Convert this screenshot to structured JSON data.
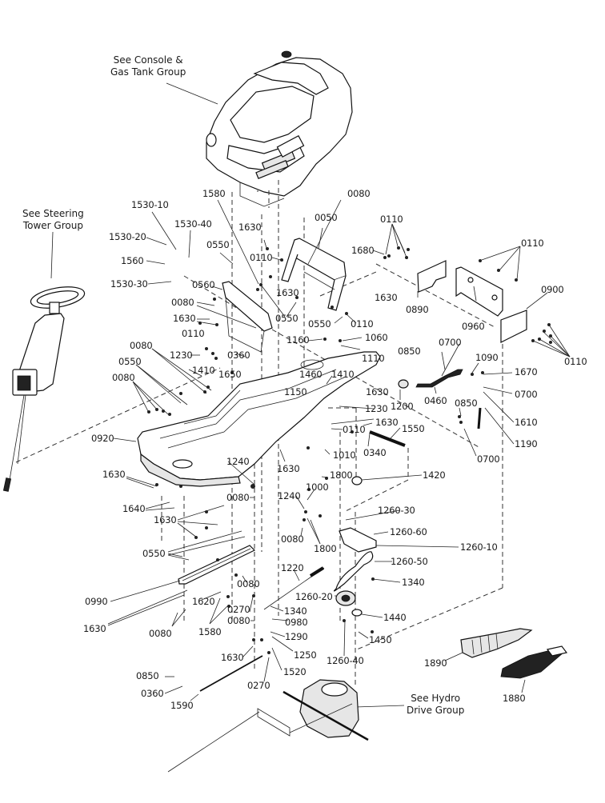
{
  "diagram": {
    "title": "Frame and drive components exploded parts diagram",
    "references": [
      {
        "id": "console",
        "text_line1": "See Console &",
        "text_line2": "Gas Tank Group"
      },
      {
        "id": "steering",
        "text_line1": "See Steering",
        "text_line2": "Tower Group"
      },
      {
        "id": "hydro",
        "text_line1": "See Hydro",
        "text_line2": "Drive Group"
      }
    ],
    "labels": [
      {
        "text": "1580"
      },
      {
        "text": "0080"
      },
      {
        "text": "1530-10"
      },
      {
        "text": "1530-40"
      },
      {
        "text": "1530-20"
      },
      {
        "text": "1560"
      },
      {
        "text": "1530-30"
      },
      {
        "text": "0550"
      },
      {
        "text": "1630"
      },
      {
        "text": "0110"
      },
      {
        "text": "0050"
      },
      {
        "text": "0560"
      },
      {
        "text": "1630"
      },
      {
        "text": "0080"
      },
      {
        "text": "1630"
      },
      {
        "text": "0550"
      },
      {
        "text": "0550"
      },
      {
        "text": "0110"
      },
      {
        "text": "1630"
      },
      {
        "text": "0110"
      },
      {
        "text": "1680"
      },
      {
        "text": "0110"
      },
      {
        "text": "0890"
      },
      {
        "text": "0960"
      },
      {
        "text": "0900"
      },
      {
        "text": "0110"
      },
      {
        "text": "0110"
      },
      {
        "text": "1230"
      },
      {
        "text": "0360"
      },
      {
        "text": "1160"
      },
      {
        "text": "1060"
      },
      {
        "text": "1110"
      },
      {
        "text": "0080"
      },
      {
        "text": "0550"
      },
      {
        "text": "0080"
      },
      {
        "text": "1410"
      },
      {
        "text": "1650"
      },
      {
        "text": "1460"
      },
      {
        "text": "1410"
      },
      {
        "text": "1150"
      },
      {
        "text": "0850"
      },
      {
        "text": "0700"
      },
      {
        "text": "1090"
      },
      {
        "text": "1670"
      },
      {
        "text": "1200"
      },
      {
        "text": "0460"
      },
      {
        "text": "0700"
      },
      {
        "text": "1630"
      },
      {
        "text": "0850"
      },
      {
        "text": "1610"
      },
      {
        "text": "1230"
      },
      {
        "text": "1630"
      },
      {
        "text": "1550"
      },
      {
        "text": "0110"
      },
      {
        "text": "1190"
      },
      {
        "text": "0340"
      },
      {
        "text": "0700"
      },
      {
        "text": "0920"
      },
      {
        "text": "1240"
      },
      {
        "text": "1630"
      },
      {
        "text": "1010"
      },
      {
        "text": "1800"
      },
      {
        "text": "1420"
      },
      {
        "text": "1630"
      },
      {
        "text": "0080"
      },
      {
        "text": "1640"
      },
      {
        "text": "1000"
      },
      {
        "text": "1240"
      },
      {
        "text": "1260-30"
      },
      {
        "text": "1630"
      },
      {
        "text": "0080"
      },
      {
        "text": "1260-60"
      },
      {
        "text": "1800"
      },
      {
        "text": "1260-10"
      },
      {
        "text": "0550"
      },
      {
        "text": "1260-50"
      },
      {
        "text": "1220"
      },
      {
        "text": "0080"
      },
      {
        "text": "1340"
      },
      {
        "text": "0990"
      },
      {
        "text": "1620"
      },
      {
        "text": "0270"
      },
      {
        "text": "1260-20"
      },
      {
        "text": "1340"
      },
      {
        "text": "1630"
      },
      {
        "text": "0080"
      },
      {
        "text": "0980"
      },
      {
        "text": "1440"
      },
      {
        "text": "0080"
      },
      {
        "text": "1580"
      },
      {
        "text": "1290"
      },
      {
        "text": "1450"
      },
      {
        "text": "1250"
      },
      {
        "text": "1890"
      },
      {
        "text": "1630"
      },
      {
        "text": "1260-40"
      },
      {
        "text": "1520"
      },
      {
        "text": "0850"
      },
      {
        "text": "0270"
      },
      {
        "text": "1880"
      },
      {
        "text": "0360"
      },
      {
        "text": "1590"
      }
    ]
  }
}
